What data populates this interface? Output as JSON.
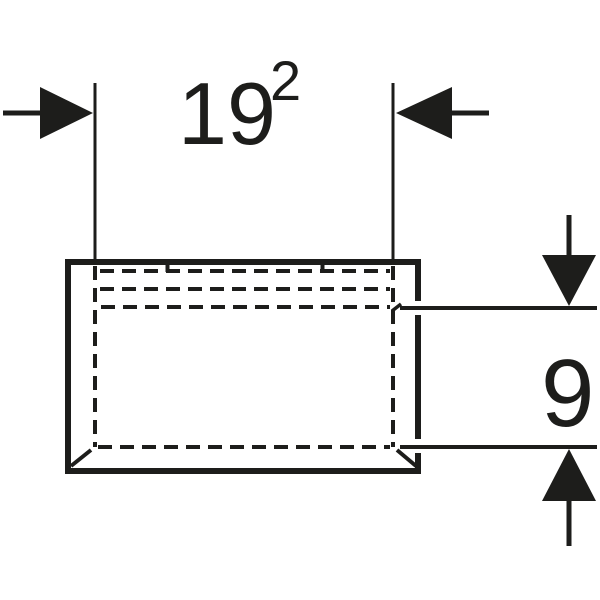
{
  "page": {
    "background": "#ffffff"
  },
  "drawing": {
    "type": "technical-dimension-drawing",
    "line_color": "#1d1d1b",
    "width_dimension": {
      "label": "19",
      "superscript": "2"
    },
    "height_dimension": {
      "label": "9"
    }
  }
}
